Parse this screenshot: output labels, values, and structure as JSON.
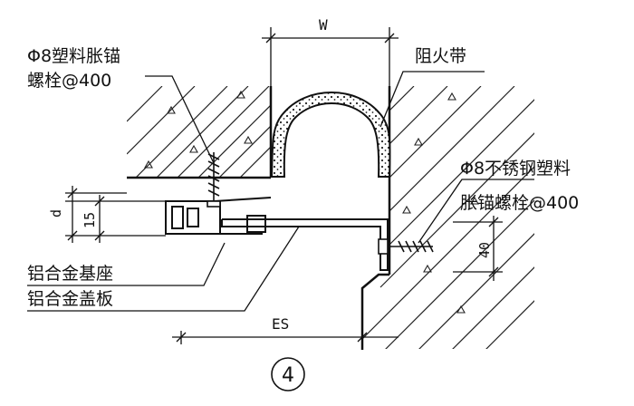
{
  "labels": {
    "plastic_anchor": "Φ8塑料胀锚",
    "plastic_anchor_spacing": "螺栓@400",
    "fire_strip": "阻火带",
    "stainless_anchor": "Φ8不锈钢塑料",
    "stainless_anchor_spacing": "胀锚螺栓@400",
    "base": "铝合金基座",
    "cover": "铝合金盖板"
  },
  "dims": {
    "width": "W",
    "depth": "d",
    "base_height": "15",
    "anchor_offset": "40",
    "span": "ES"
  },
  "detail_number": "4",
  "colors": {
    "line": "#111111",
    "background": "#ffffff"
  }
}
